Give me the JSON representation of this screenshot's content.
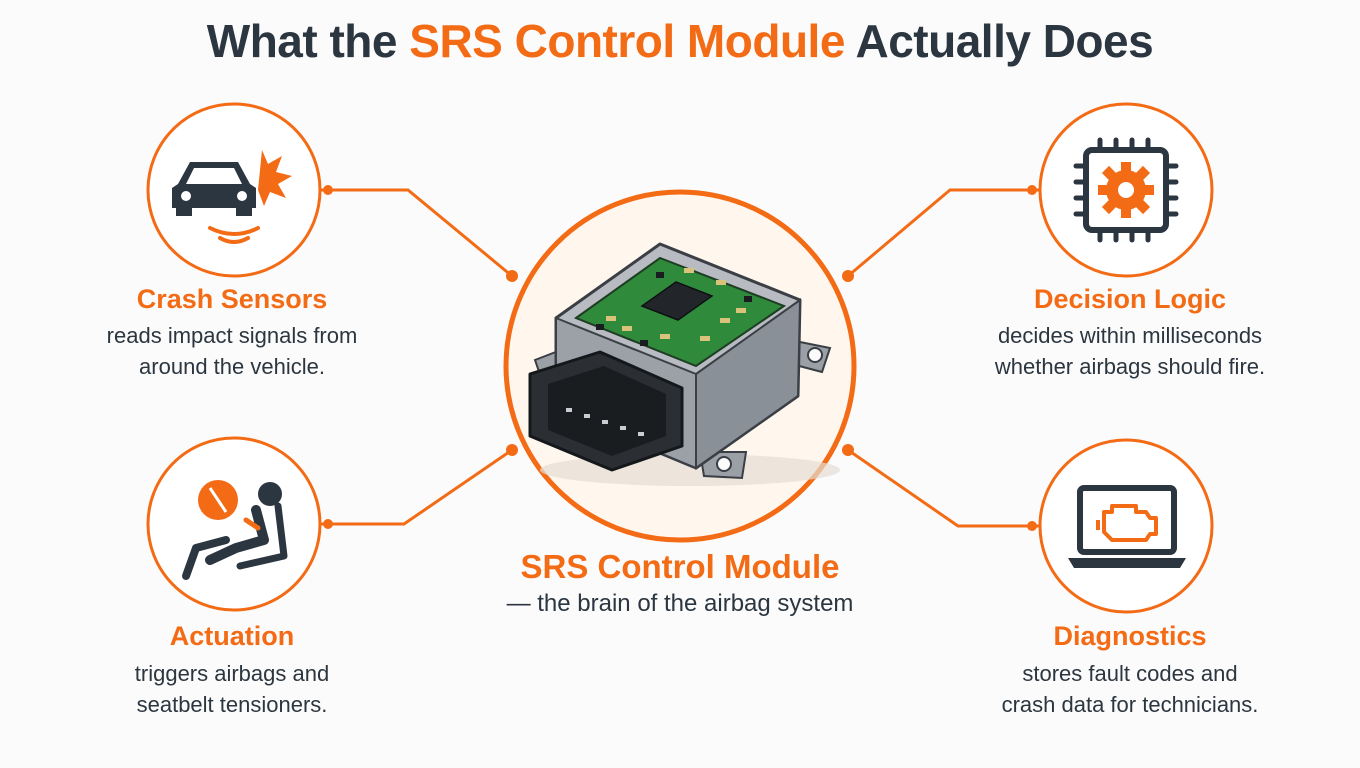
{
  "title": {
    "prefix": "What the ",
    "highlight": "SRS Control Module",
    "suffix": " Actually Does"
  },
  "center": {
    "title": "SRS Control Module",
    "subtitle": "— the brain of the airbag system"
  },
  "features": [
    {
      "heading": "Crash Sensors",
      "line1": "reads impact signals from",
      "line2": "around the vehicle.",
      "icon": "car-crash-icon"
    },
    {
      "heading": "Decision Logic",
      "line1": "decides within milliseconds",
      "line2": "whether airbags should fire.",
      "icon": "chip-gear-icon"
    },
    {
      "heading": "Actuation",
      "line1": "triggers airbags and",
      "line2": "seatbelt tensioners.",
      "icon": "seated-airbag-icon"
    },
    {
      "heading": "Diagnostics",
      "line1": "stores fault codes and",
      "line2": "crash data for technicians.",
      "icon": "laptop-engine-icon"
    }
  ],
  "colors": {
    "accent": "#f36b15",
    "dark": "#2c3640",
    "pcb": "#2f8a3c",
    "background": "#fbfbfb"
  }
}
